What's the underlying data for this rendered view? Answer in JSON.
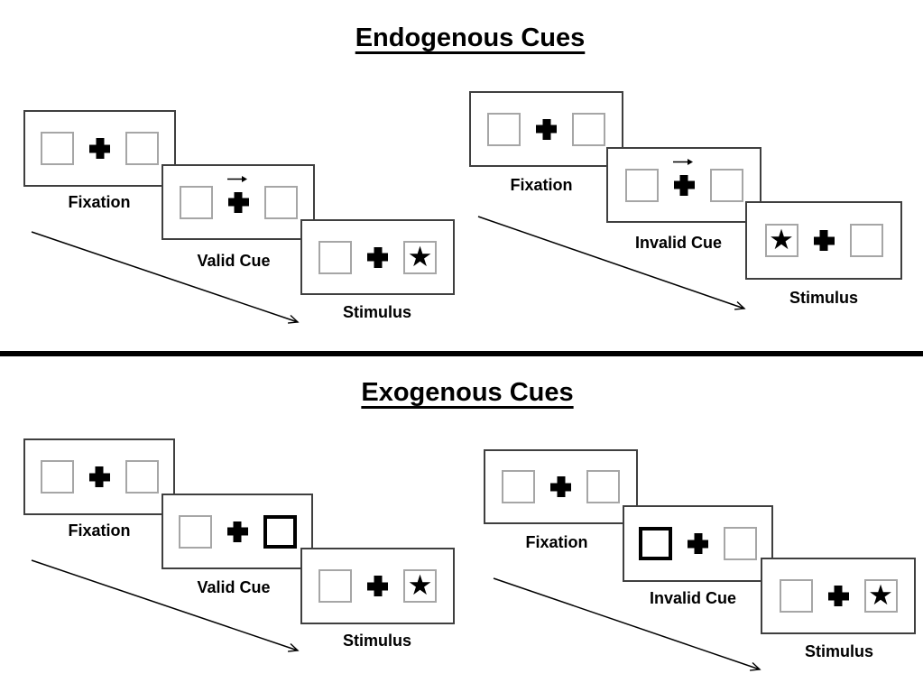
{
  "diagram": "Posner cueing task schematic",
  "glyphs": {
    "star": "★"
  },
  "colors": {
    "background": "#ffffff",
    "ink": "#000000",
    "panel_border": "#3f3f3f",
    "box_border": "#a6a6a6",
    "thick_cue_box_border": "#000000"
  },
  "sections": [
    {
      "id": "endogenous",
      "title": "Endogenous Cues",
      "trials": [
        {
          "name": "valid-trial",
          "frames": [
            {
              "label": "Fixation",
              "cue": "none",
              "star": "none"
            },
            {
              "label": "Valid Cue",
              "cue": "arrow-right",
              "star": "none"
            },
            {
              "label": "Stimulus",
              "cue": "none",
              "star": "right"
            }
          ]
        },
        {
          "name": "invalid-trial",
          "frames": [
            {
              "label": "Fixation",
              "cue": "none",
              "star": "none"
            },
            {
              "label": "Invalid Cue",
              "cue": "arrow-right",
              "star": "none"
            },
            {
              "label": "Stimulus",
              "cue": "none",
              "star": "left"
            }
          ]
        }
      ]
    },
    {
      "id": "exogenous",
      "title": "Exogenous Cues",
      "trials": [
        {
          "name": "valid-trial",
          "frames": [
            {
              "label": "Fixation",
              "cue": "none",
              "star": "none"
            },
            {
              "label": "Valid Cue",
              "cue": "thick-box-right",
              "star": "none"
            },
            {
              "label": "Stimulus",
              "cue": "none",
              "star": "right"
            }
          ]
        },
        {
          "name": "invalid-trial",
          "frames": [
            {
              "label": "Fixation",
              "cue": "none",
              "star": "none"
            },
            {
              "label": "Invalid Cue",
              "cue": "thick-box-left",
              "star": "none"
            },
            {
              "label": "Stimulus",
              "cue": "none",
              "star": "right"
            }
          ]
        }
      ]
    }
  ]
}
